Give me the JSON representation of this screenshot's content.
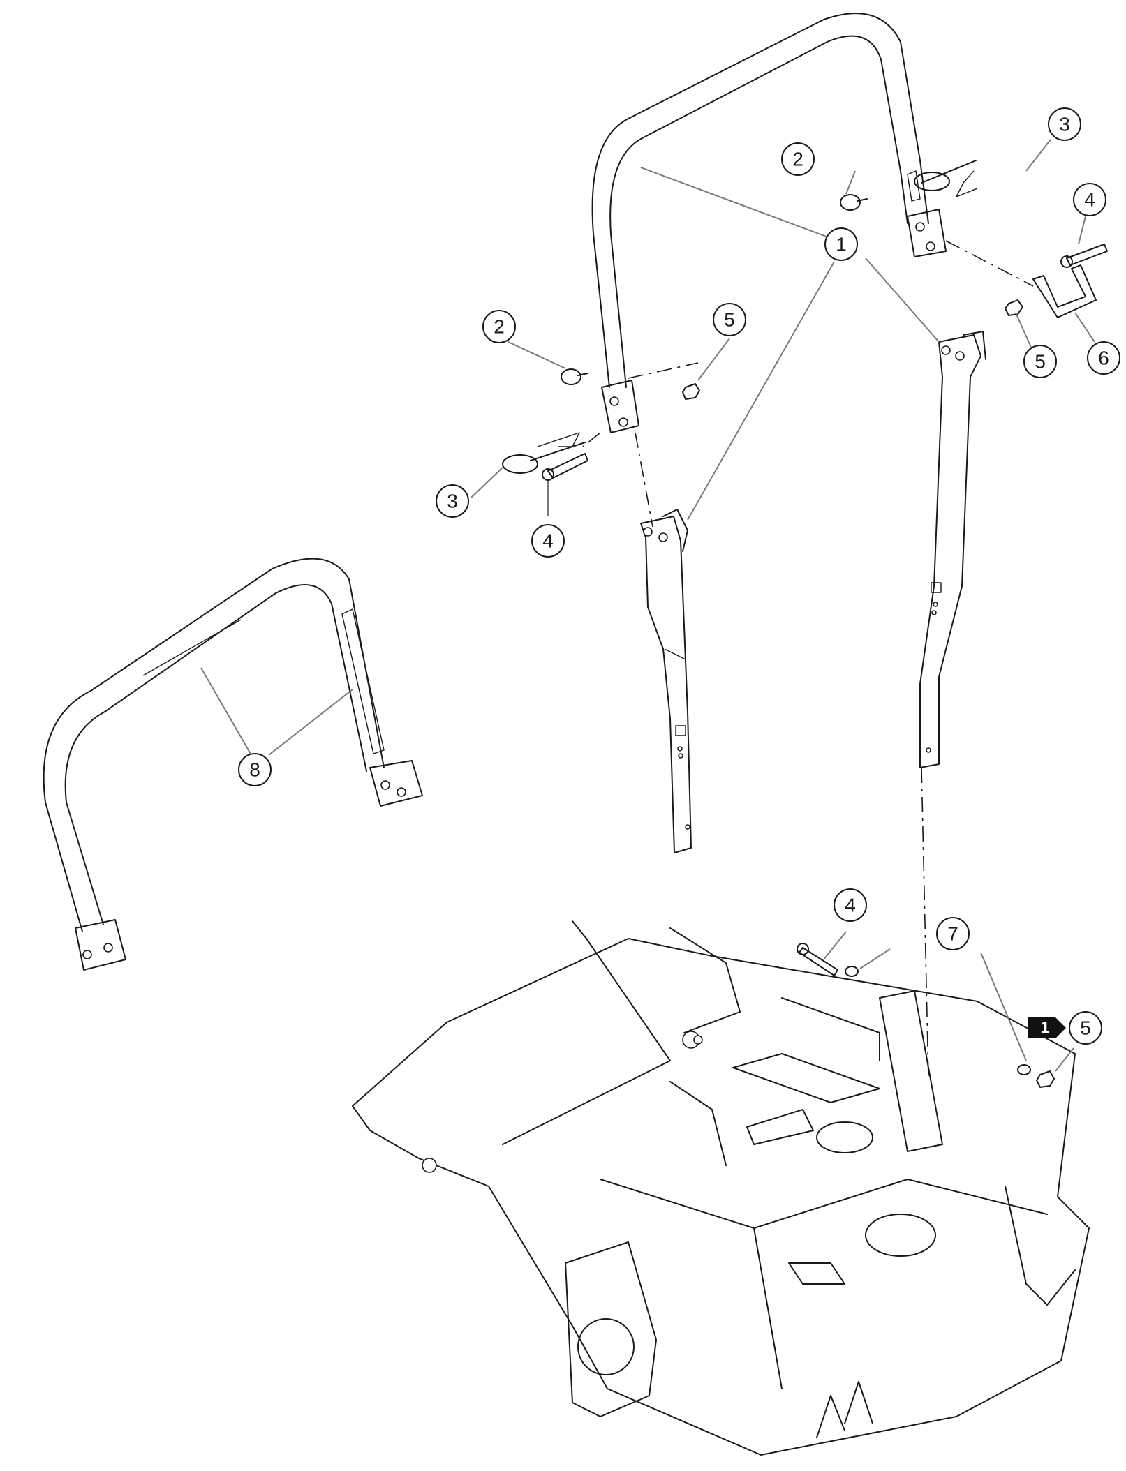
{
  "callouts": [
    {
      "id": "c1",
      "label": "1"
    },
    {
      "id": "c2a",
      "label": "2"
    },
    {
      "id": "c2b",
      "label": "2"
    },
    {
      "id": "c3a",
      "label": "3"
    },
    {
      "id": "c3b",
      "label": "3"
    },
    {
      "id": "c4a",
      "label": "4"
    },
    {
      "id": "c4b",
      "label": "4"
    },
    {
      "id": "c4c",
      "label": "4"
    },
    {
      "id": "c5a",
      "label": "5"
    },
    {
      "id": "c5b",
      "label": "5"
    },
    {
      "id": "c5c",
      "label": "5"
    },
    {
      "id": "c6",
      "label": "6"
    },
    {
      "id": "c7",
      "label": "7"
    },
    {
      "id": "c8",
      "label": "8"
    }
  ],
  "note_flag": {
    "label": "1"
  },
  "colors": {
    "line": "#1a1a1a",
    "leader": "#7a7a7a",
    "flag": "#111111"
  }
}
